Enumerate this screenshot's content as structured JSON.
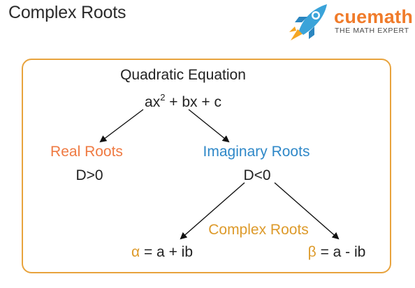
{
  "header": {
    "title": "Complex Roots",
    "brand_name": "cuemath",
    "brand_tagline": "THE MATH EXPERT"
  },
  "diagram": {
    "root": {
      "label": "Quadratic Equation",
      "equation_base": "ax",
      "equation_exponent": "2",
      "equation_rest": " + bx + c"
    },
    "left_branch": {
      "label": "Real Roots",
      "condition": "D>0"
    },
    "right_branch": {
      "label": "Imaginary Roots",
      "condition": "D<0"
    },
    "complex": {
      "label": "Complex Roots",
      "alpha_symbol": "α",
      "alpha_rest": " = a + ib",
      "beta_symbol": "β",
      "beta_rest": " = a - ib"
    }
  },
  "colors": {
    "frame": "#e8a33d",
    "real_roots": "#ef7a42",
    "imaginary_roots": "#2f88c8",
    "complex_roots": "#dd9a2a",
    "brand_orange": "#f07b2a",
    "rocket_blue": "#3aa3d9",
    "rocket_orange": "#f5a623"
  },
  "icons": [
    "rocket-icon",
    "arrow-icon"
  ]
}
